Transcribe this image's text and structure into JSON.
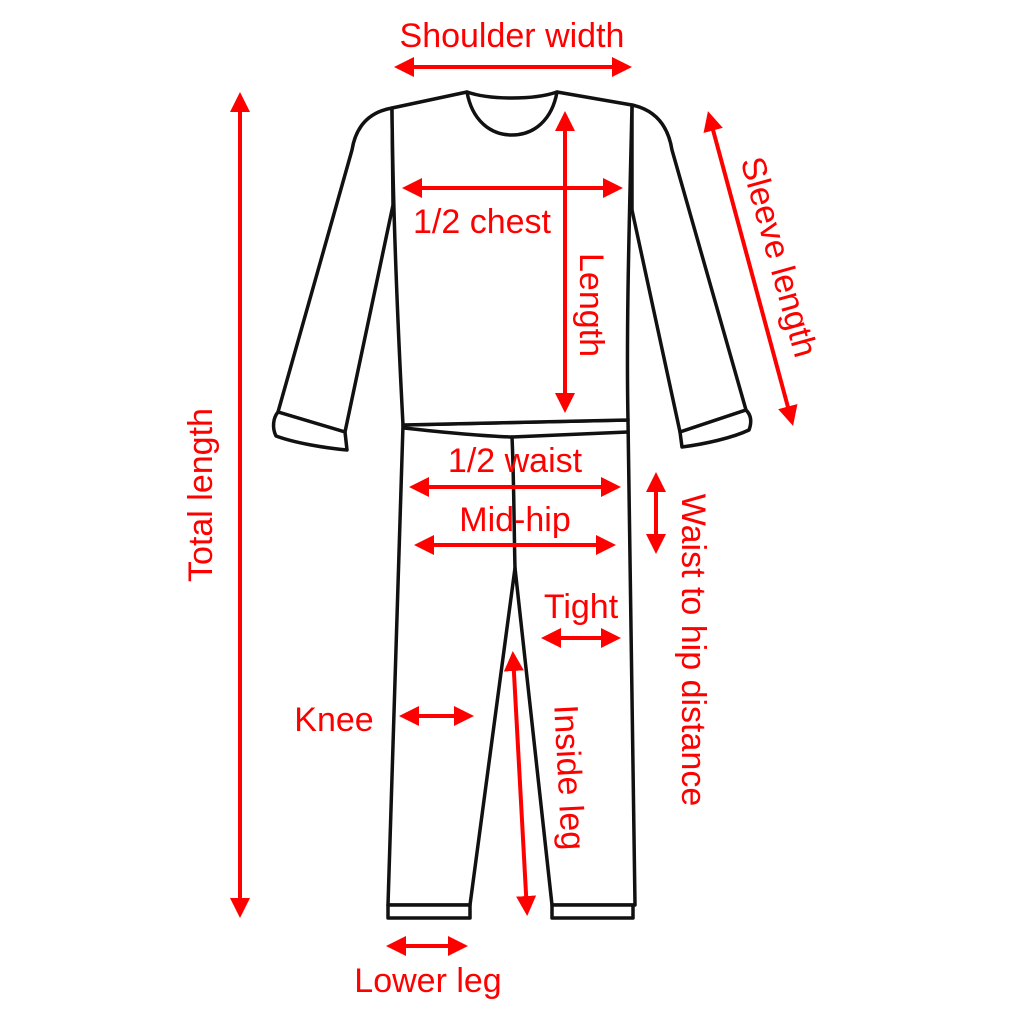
{
  "title": "Pajama set size measurement diagram",
  "colors": {
    "annotation": "#ff0000",
    "outline": "#111111",
    "background": "#ffffff"
  },
  "labels": {
    "shoulder_width": "Shoulder width",
    "total_length": "Total length",
    "half_chest": "1/2 chest",
    "length": "Length",
    "sleeve_length": "Sleeve length",
    "half_waist": "1/2 waist",
    "mid_hip": "Mid-hip",
    "waist_to_hip": "Waist to hip distance",
    "tight": "Tight",
    "knee": "Knee",
    "inside_leg": "Inside leg",
    "lower_leg": "Lower leg"
  }
}
